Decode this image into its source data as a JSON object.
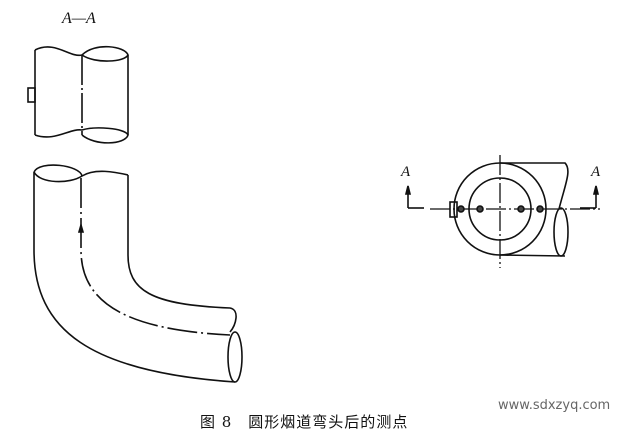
{
  "section_label": "A—A",
  "cut_label_left": "A",
  "cut_label_right": "A",
  "caption": "图 8　圆形烟道弯头后的测点",
  "watermark": "www.sdxzyq.com"
}
